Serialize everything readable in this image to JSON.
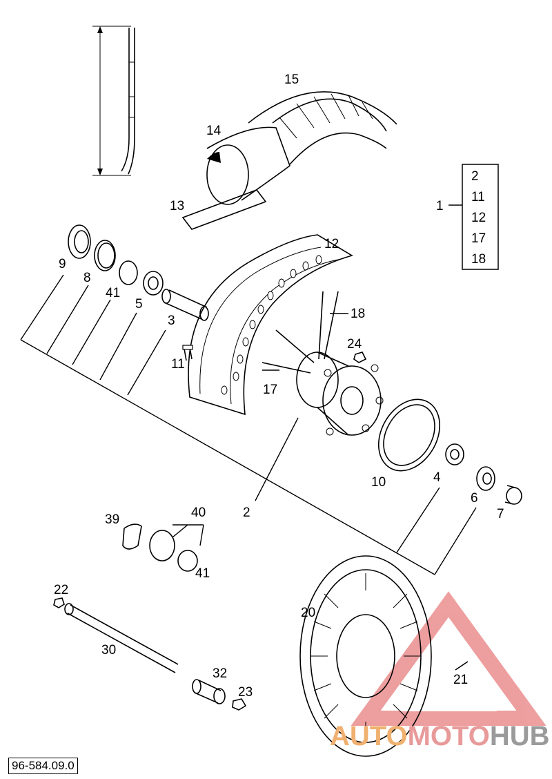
{
  "callouts": {
    "c1": "1",
    "c2": "2",
    "c3": "3",
    "c4": "4",
    "c5": "5",
    "c6": "6",
    "c7": "7",
    "c8": "8",
    "c9": "9",
    "c10": "10",
    "c11": "11",
    "c12": "12",
    "c13": "13",
    "c14": "14",
    "c15": "15",
    "c17": "17",
    "c18": "18",
    "c20": "20",
    "c21": "21",
    "c22": "22",
    "c23": "23",
    "c24": "24",
    "c30": "30",
    "c32": "32",
    "c39": "39",
    "c40": "40",
    "c41a": "41",
    "c41b": "41"
  },
  "kit_box": {
    "items": [
      "2",
      "11",
      "12",
      "17",
      "18"
    ]
  },
  "drawing_id": "96-584.09.0",
  "watermark": {
    "part1": "AUTO",
    "part2": "MOTO",
    "part3": "HUB"
  },
  "colors": {
    "line": "#000000",
    "watermark_red": "#e05050",
    "watermark_grey": "#9a9a9a"
  }
}
